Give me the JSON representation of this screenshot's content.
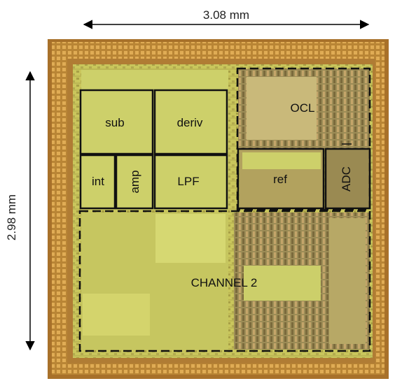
{
  "dimensions": {
    "width_label": "3.08 mm",
    "height_label": "2.98 mm"
  },
  "blocks": {
    "sub": "sub",
    "deriv": "deriv",
    "int": "int",
    "amp": "amp",
    "lpf": "LPF",
    "ocl": "OCL",
    "ref": "ref",
    "adc": "ADC",
    "channel2": "CHANNEL 2"
  },
  "colors": {
    "die_frame": "#b07a2c",
    "pad_ring": "#d9a24e",
    "core_fill": "#c8c45a",
    "block_fill": "#d8dc6e",
    "dark_region": "#8a7a4a",
    "outline": "#111111",
    "arrow": "#000000"
  }
}
